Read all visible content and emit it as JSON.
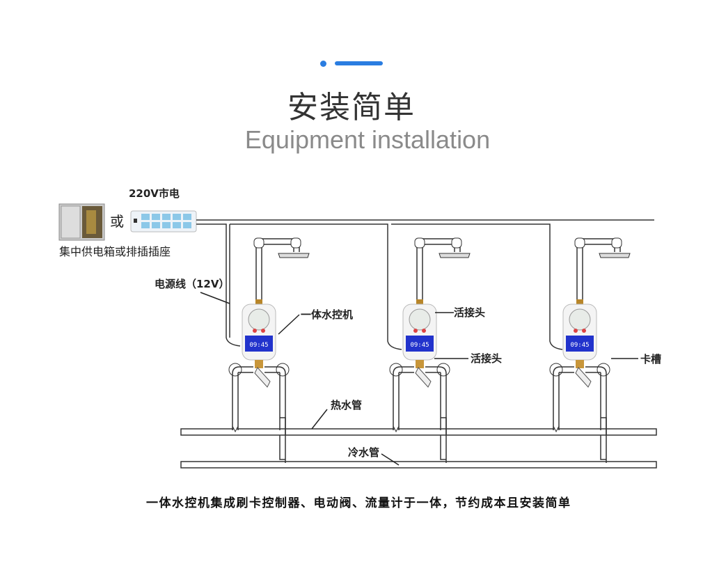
{
  "header": {
    "title": "安装简单",
    "subtitle": "Equipment installation",
    "accent_color": "#2a7de1"
  },
  "diagram": {
    "power_label": "220V市电",
    "or_label": "或",
    "power_source_label": "集中供电箱或排插插座",
    "power_cable_label": "电源线（12V）",
    "unit_label": "一体水控机",
    "union_top_label": "活接头",
    "union_bottom_label": "活接头",
    "card_slot_label": "卡槽",
    "hot_pipe_label": "热水管",
    "cold_pipe_label": "冷水管",
    "lcd_time": "09:45",
    "caption": "一体水控机集成刷卡控制器、电动阀、流量计于一体，节约成本且安装简单"
  }
}
